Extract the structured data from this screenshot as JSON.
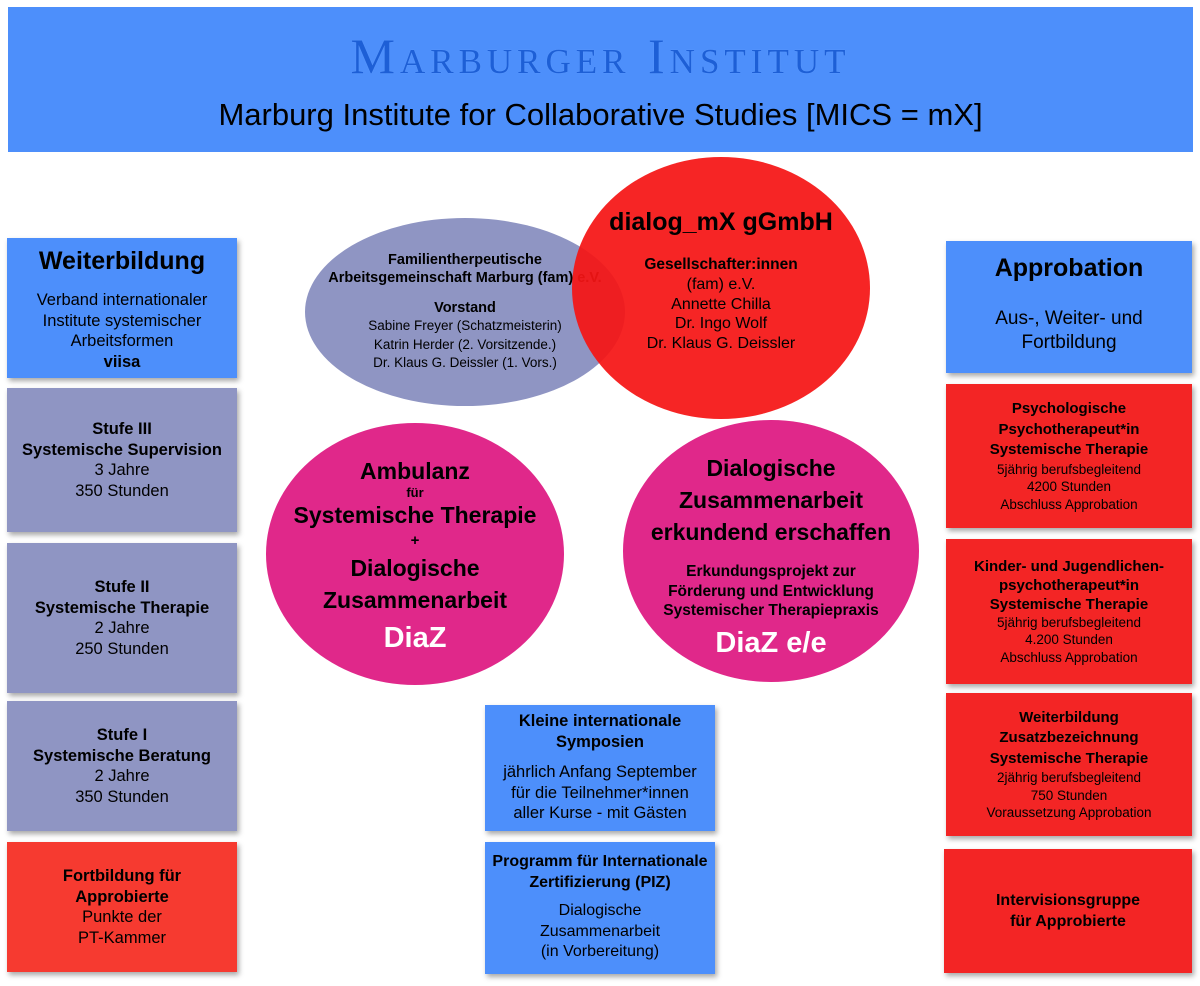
{
  "header": {
    "brand": "Marburger Institut",
    "subtitle": "Marburg Institute for Collaborative Studies [MICS = mX]"
  },
  "left": {
    "weiterbildung": {
      "title": "Weiterbildung",
      "lines": [
        "Verband internationaler",
        "Institute systemischer",
        "Arbeitsformen"
      ],
      "bold": "viisa"
    },
    "stufe3": {
      "title": "Stufe III",
      "subtitle": "Systemische Supervision",
      "lines": [
        "3 Jahre",
        "350 Stunden"
      ]
    },
    "stufe2": {
      "title": "Stufe II",
      "subtitle": "Systemische Therapie",
      "lines": [
        "2 Jahre",
        "250 Stunden"
      ]
    },
    "stufe1": {
      "title": "Stufe I",
      "subtitle": "Systemische Beratung",
      "lines": [
        "2 Jahre",
        "350 Stunden"
      ]
    },
    "fortbildung": {
      "title1": "Fortbildung für",
      "title2": "Approbierte",
      "lines": [
        "Punkte der",
        "PT-Kammer"
      ]
    }
  },
  "fam": {
    "title1": "Familientherpeutische",
    "title2": "Arbeitsgemeinschaft Marburg (fam) e.V.",
    "vorstand": "Vorstand",
    "members": [
      "Sabine Freyer (Schatzmeisterin)",
      "Katrin Herder (2. Vorsitzende.)",
      "Dr. Klaus G. Deissler (1. Vors.)"
    ]
  },
  "dialog": {
    "title": "dialog_mX gGmbH",
    "gesellschafter": "Gesellschafter:innen",
    "members": [
      "(fam) e.V.",
      "Annette Chilla",
      "Dr. Ingo Wolf",
      "Dr. Klaus G. Deissler"
    ]
  },
  "ambulanz": {
    "title": "Ambulanz",
    "fuer": "für",
    "line1": "Systemische Therapie",
    "plus": "+",
    "line2": "Dialogische",
    "line3": "Zusammenarbeit",
    "tag": "DiaZ"
  },
  "erkundend": {
    "title1": "Dialogische",
    "title2": "Zusammenarbeit",
    "title3": "erkundend erschaffen",
    "sub1": "Erkundungsprojekt zur",
    "sub2": "Förderung und Entwicklung",
    "sub3": "Systemischer Therapiepraxis",
    "tag": "DiaZ e/e"
  },
  "symposien": {
    "title1": "Kleine internationale",
    "title2": "Symposien",
    "lines": [
      "jährlich Anfang September",
      "für die Teilnehmer*innen",
      "aller Kurse - mit Gästen"
    ]
  },
  "piz": {
    "title1": "Programm für Internationale",
    "title2": "Zertifizierung (PIZ)",
    "lines": [
      "Dialogische",
      "Zusammenarbeit",
      "(in Vorbereitung)"
    ]
  },
  "right": {
    "approbation": {
      "title": "Approbation",
      "lines": [
        "Aus-, Weiter- und",
        "Fortbildung"
      ]
    },
    "psych": {
      "bold": [
        "Psychologische",
        "Psychotherapeut*in",
        "Systemische Therapie"
      ],
      "lines": [
        "5jährig berufsbegleitend",
        "4200 Stunden",
        "Abschluss Approbation"
      ]
    },
    "kjp": {
      "bold": [
        "Kinder- und Jugendlichen-",
        "psychotherapeut*in",
        "Systemische Therapie"
      ],
      "lines": [
        "5jährig berufsbegleitend",
        "4.200 Stunden",
        "Abschluss Approbation"
      ]
    },
    "zusatz": {
      "bold": [
        "Weiterbildung",
        "Zusatzbezeichnung",
        "Systemische Therapie"
      ],
      "lines": [
        "2jährig berufsbegleitend",
        "750 Stunden",
        "Voraussetzung Approbation"
      ]
    },
    "intervision": {
      "bold": [
        "Intervisionsgruppe",
        "für Approbierte"
      ]
    }
  },
  "colors": {
    "blue": "#4d8ffb",
    "grey": "#8f95c3",
    "red": "#f32525",
    "magenta": "#e0288a",
    "greyEllipse": "#8f95c3"
  }
}
